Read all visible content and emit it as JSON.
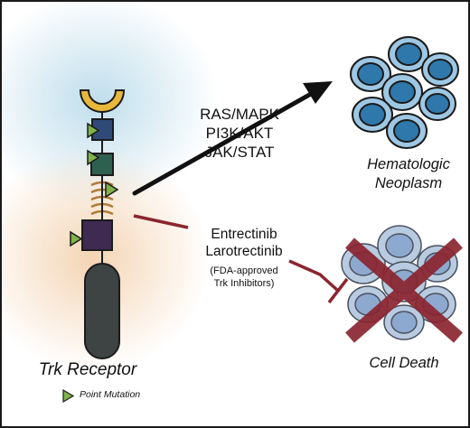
{
  "colors": {
    "ligand": "#e8b83a",
    "domain_blue": "#2f4a78",
    "domain_green": "#2e6050",
    "domain_purple": "#3f2a52",
    "spring": "#b07a3a",
    "stalk": "#3e4444",
    "mutation": "#7fb34a",
    "activation_arrow": "#111111",
    "inhibition_line": "#8b2530",
    "cell_fill": "#9ec7e3",
    "nucleus_fill": "#2f78ab",
    "dead_cell_fill": "#b9cbe0",
    "dead_nucleus_fill": "#8ea9cf",
    "x_mark": "#8b2530",
    "glow_blue": "#bcdceb",
    "glow_orange": "#f3d2b0"
  },
  "receptor": {
    "label": "Trk Receptor"
  },
  "legend": {
    "mutation_label": "Point Mutation",
    "icon": "triangle-icon"
  },
  "pathways": {
    "lines": [
      "RAS/MAPK",
      "PI3K/AKT",
      "JAK/STAT"
    ]
  },
  "inhibitors": {
    "drugs": [
      "Entrectinib",
      "Larotrectinib"
    ],
    "note_lines": [
      "(FDA-approved",
      "Trk Inhibitors)"
    ]
  },
  "outcomes": {
    "neoplasm_lines": [
      "Hematologic",
      "Neoplasm"
    ],
    "death_label": "Cell Death"
  }
}
